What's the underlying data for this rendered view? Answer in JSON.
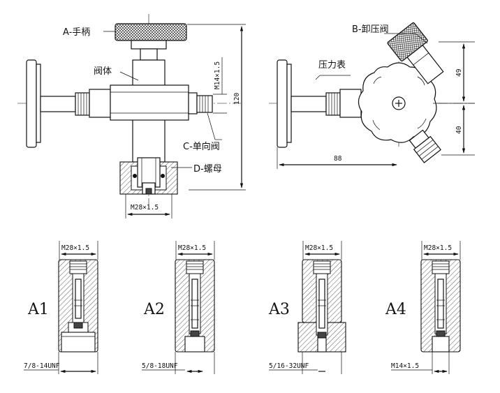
{
  "labels": {
    "handle": "A-手柄",
    "valve_body": "阀体",
    "check_valve": "C-单向阀",
    "nut": "D-螺母",
    "relief_valve": "B-卸压阀",
    "pressure_gauge": "压力表"
  },
  "dimensions": {
    "m14_side": "M14×1.5",
    "height": "120",
    "m28_bottom": "M28×1.5",
    "dim_49": "49",
    "dim_40": "40",
    "dim_88": "88"
  },
  "adapters": [
    {
      "name": "A1",
      "top_thread": "M28×1.5",
      "bottom_thread": "7/8-14UNF"
    },
    {
      "name": "A2",
      "top_thread": "M28×1.5",
      "bottom_thread": "5/8-18UNF"
    },
    {
      "name": "A3",
      "top_thread": "M28×1.5",
      "bottom_thread": "5/16-32UNF"
    },
    {
      "name": "A4",
      "top_thread": "M28×1.5",
      "bottom_thread": "M14×1.5"
    }
  ]
}
